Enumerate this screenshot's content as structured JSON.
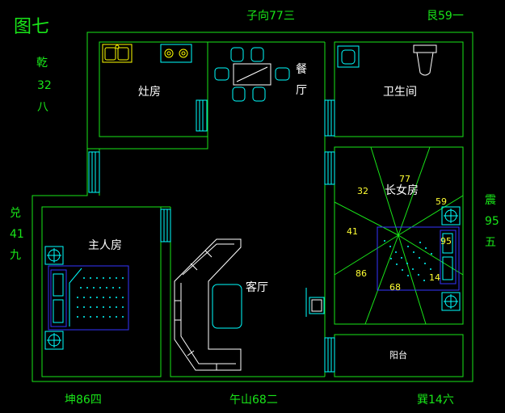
{
  "figure_label": "图七",
  "compass": {
    "north": "子向77三",
    "northeast": "艮59一",
    "east": [
      "震",
      "95",
      "五"
    ],
    "southeast": "巽14六",
    "south": "午山68二",
    "southwest": "坤86四",
    "west": [
      "兑",
      "41",
      "九"
    ],
    "northwest": [
      "乾",
      "32",
      "八"
    ]
  },
  "rooms": {
    "kitchen": "灶房",
    "dining": [
      "餐",
      "厅"
    ],
    "bathroom": "卫生间",
    "daughter_room": "长女房",
    "master_room": "主人房",
    "living_room": "客厅",
    "balcony": "阳台"
  },
  "sector_numbers": [
    "77",
    "59",
    "32",
    "41",
    "86",
    "68",
    "14",
    "95"
  ],
  "colors": {
    "background": "#000000",
    "wall": "#19e619",
    "furniture": "#00ffff",
    "furniture_blue": "#3333ff",
    "text": "#ffffff",
    "sector": "#ffff33",
    "appliance": "#ffff00"
  }
}
